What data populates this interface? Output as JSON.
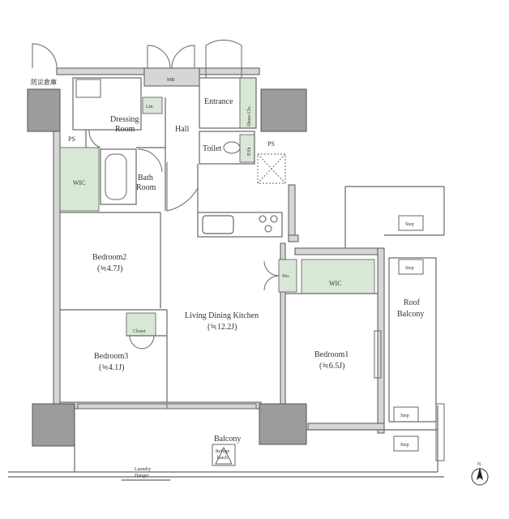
{
  "rooms": {
    "bousai": "防災倉庫",
    "mb": "MB",
    "lin": "Lin.",
    "dressing_1": "Dressing",
    "dressing_2": "Room",
    "entrance": "Entrance",
    "shoes": "Shoes Clo.",
    "hall": "Hall",
    "toilet": "Toilet",
    "ps_left": "PS",
    "ps_right": "PS",
    "paper": "P.Sh",
    "wic_left": "WIC",
    "bath_1": "Bath",
    "bath_2": "Room",
    "bedroom2": "Bedroom2",
    "bedroom2_size": "(≒4.7J)",
    "living": "Living Dining Kitchen",
    "living_size": "(≒12.2J)",
    "sto": "Sto.",
    "wic_right": "WIC",
    "closet": "Closet",
    "bedroom3": "Bedroom3",
    "bedroom3_size": "(≒4.1J)",
    "bedroom1": "Bedroom1",
    "bedroom1_size": "(≒6.5J)",
    "roof_1": "Roof",
    "roof_2": "Balcony",
    "step1": "Step",
    "step2": "Step",
    "step3": "Step",
    "step4": "Step",
    "balcony": "Balcony",
    "refuge_1": "Refuge",
    "refuge_2": "hatch",
    "laundry_1": "Laundry",
    "laundry_2": "Hanger",
    "north": "N"
  },
  "colors": {
    "wall": "#d4d4d4",
    "wall_stroke": "#555555",
    "column": "#9a9a9a",
    "storage": "#d9e8d6",
    "line": "#666666"
  }
}
